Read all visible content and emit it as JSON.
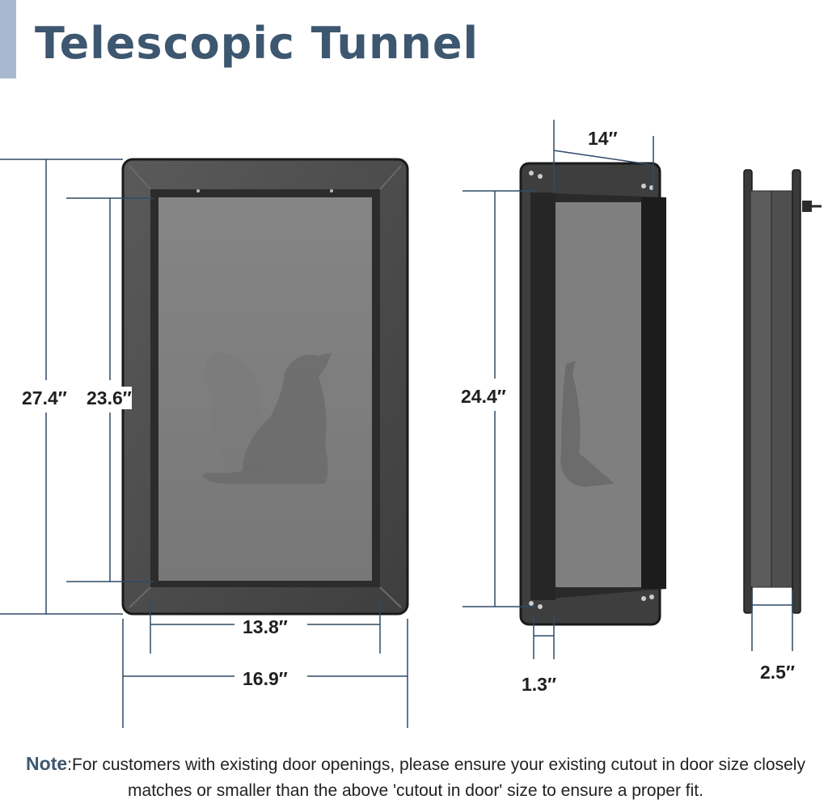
{
  "title": "Telescopic Tunnel",
  "colors": {
    "title": "#3d5770",
    "accent_bar": "#a9b8cf",
    "frame": "#4a4a4a",
    "flap": "#7d7d7d",
    "dimension_line": "#2f4a66"
  },
  "icons": {
    "pet": "dog-silhouette"
  },
  "dimensions": {
    "front_overall_height": "27.4″",
    "front_cutout_height": "23.6″",
    "front_cutout_width": "13.8″",
    "front_overall_width": "16.9″",
    "tunnel_width": "14″",
    "tunnel_height": "24.4″",
    "frame_depth": "1.3″",
    "side_depth": "2.5″"
  },
  "note": {
    "label": "Note",
    "text": ":For customers with existing door openings, please ensure your existing cutout in door size closely matches or smaller than the above 'cutout in door' size to ensure a proper fit."
  }
}
